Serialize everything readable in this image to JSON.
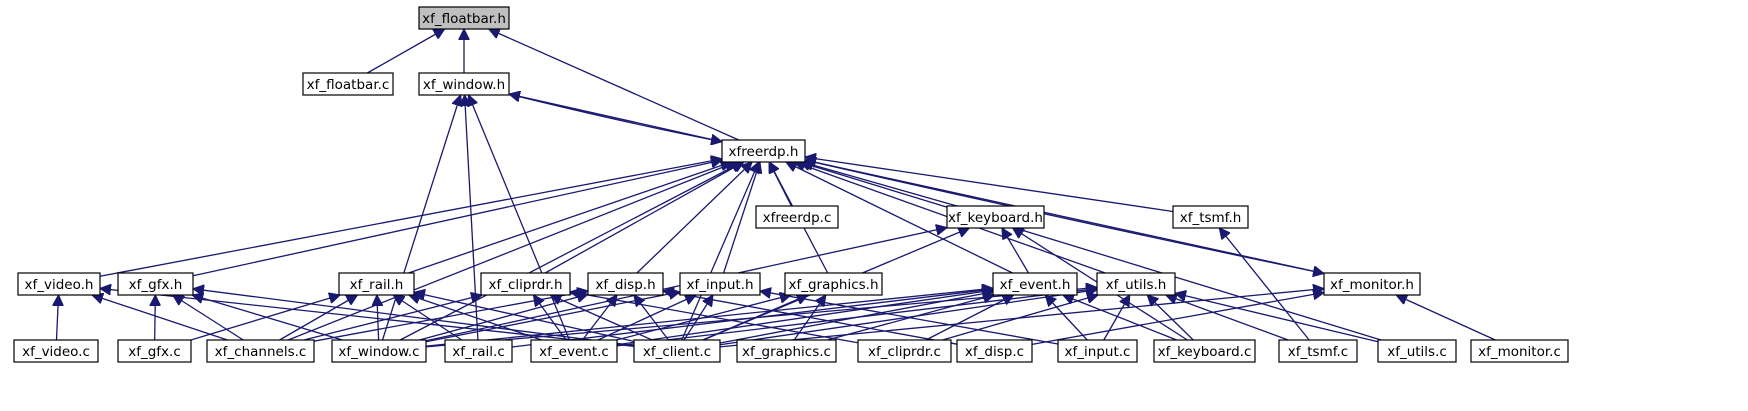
{
  "graph": {
    "title": "xf_floatbar.h",
    "root": "xf_floatbar_h",
    "edge_color": "#191970",
    "root_fill": "#bfbfbf",
    "node_fill": "#ffffff",
    "nodes": [
      {
        "id": "xf_floatbar_h",
        "label": "xf_floatbar.h"
      },
      {
        "id": "xf_floatbar_c",
        "label": "xf_floatbar.c"
      },
      {
        "id": "xf_window_h",
        "label": "xf_window.h"
      },
      {
        "id": "xfreerdp_h",
        "label": "xfreerdp.h"
      },
      {
        "id": "xfreerdp_c",
        "label": "xfreerdp.c"
      },
      {
        "id": "xf_keyboard_h",
        "label": "xf_keyboard.h"
      },
      {
        "id": "xf_tsmf_h",
        "label": "xf_tsmf.h"
      },
      {
        "id": "xf_video_h",
        "label": "xf_video.h"
      },
      {
        "id": "xf_gfx_h",
        "label": "xf_gfx.h"
      },
      {
        "id": "xf_rail_h",
        "label": "xf_rail.h"
      },
      {
        "id": "xf_cliprdr_h",
        "label": "xf_cliprdr.h"
      },
      {
        "id": "xf_disp_h",
        "label": "xf_disp.h"
      },
      {
        "id": "xf_input_h",
        "label": "xf_input.h"
      },
      {
        "id": "xf_graphics_h",
        "label": "xf_graphics.h"
      },
      {
        "id": "xf_event_h",
        "label": "xf_event.h"
      },
      {
        "id": "xf_utils_h",
        "label": "xf_utils.h"
      },
      {
        "id": "xf_monitor_h",
        "label": "xf_monitor.h"
      },
      {
        "id": "xf_video_c",
        "label": "xf_video.c"
      },
      {
        "id": "xf_gfx_c",
        "label": "xf_gfx.c"
      },
      {
        "id": "xf_channels_c",
        "label": "xf_channels.c"
      },
      {
        "id": "xf_window_c",
        "label": "xf_window.c"
      },
      {
        "id": "xf_rail_c",
        "label": "xf_rail.c"
      },
      {
        "id": "xf_event_c",
        "label": "xf_event.c"
      },
      {
        "id": "xf_client_c",
        "label": "xf_client.c"
      },
      {
        "id": "xf_graphics_c",
        "label": "xf_graphics.c"
      },
      {
        "id": "xf_cliprdr_c",
        "label": "xf_cliprdr.c"
      },
      {
        "id": "xf_disp_c",
        "label": "xf_disp.c"
      },
      {
        "id": "xf_input_c",
        "label": "xf_input.c"
      },
      {
        "id": "xf_keyboard_c",
        "label": "xf_keyboard.c"
      },
      {
        "id": "xf_tsmf_c",
        "label": "xf_tsmf.c"
      },
      {
        "id": "xf_utils_c",
        "label": "xf_utils.c"
      },
      {
        "id": "xf_monitor_c",
        "label": "xf_monitor.c"
      }
    ],
    "edges": [
      [
        "xf_floatbar_c",
        "xf_floatbar_h"
      ],
      [
        "xf_window_h",
        "xf_floatbar_h"
      ],
      [
        "xfreerdp_h",
        "xf_floatbar_h"
      ],
      [
        "xfreerdp_h",
        "xf_window_h"
      ],
      [
        "xf_window_h",
        "xfreerdp_h"
      ],
      [
        "xf_window_c",
        "xf_window_h"
      ],
      [
        "xf_rail_c",
        "xf_window_h"
      ],
      [
        "xf_event_c",
        "xf_window_h"
      ],
      [
        "xfreerdp_c",
        "xfreerdp_h"
      ],
      [
        "xf_keyboard_h",
        "xfreerdp_h"
      ],
      [
        "xf_tsmf_h",
        "xfreerdp_h"
      ],
      [
        "xf_video_h",
        "xfreerdp_h"
      ],
      [
        "xf_gfx_h",
        "xfreerdp_h"
      ],
      [
        "xf_rail_h",
        "xfreerdp_h"
      ],
      [
        "xf_cliprdr_h",
        "xfreerdp_h"
      ],
      [
        "xf_disp_h",
        "xfreerdp_h"
      ],
      [
        "xf_input_h",
        "xfreerdp_h"
      ],
      [
        "xf_graphics_h",
        "xfreerdp_h"
      ],
      [
        "xf_event_h",
        "xfreerdp_h"
      ],
      [
        "xf_utils_h",
        "xfreerdp_h"
      ],
      [
        "xf_monitor_h",
        "xfreerdp_h"
      ],
      [
        "xfreerdp_h",
        "xf_monitor_h"
      ],
      [
        "xf_channels_c",
        "xfreerdp_h"
      ],
      [
        "xf_window_c",
        "xfreerdp_h"
      ],
      [
        "xf_client_c",
        "xfreerdp_h"
      ],
      [
        "xf_utils_c",
        "xfreerdp_h"
      ],
      [
        "xf_event_h",
        "xf_keyboard_h"
      ],
      [
        "xf_client_c",
        "xf_keyboard_h"
      ],
      [
        "xf_keyboard_c",
        "xf_keyboard_h"
      ],
      [
        "xf_window_c",
        "xf_keyboard_h"
      ],
      [
        "xf_tsmf_c",
        "xf_tsmf_h"
      ],
      [
        "xf_video_c",
        "xf_video_h"
      ],
      [
        "xf_channels_c",
        "xf_video_h"
      ],
      [
        "xf_client_c",
        "xf_video_h"
      ],
      [
        "xf_gfx_c",
        "xf_gfx_h"
      ],
      [
        "xf_channels_c",
        "xf_gfx_h"
      ],
      [
        "xf_window_c",
        "xf_gfx_h"
      ],
      [
        "xf_client_c",
        "xf_gfx_h"
      ],
      [
        "xf_gfx_c",
        "xf_rail_h"
      ],
      [
        "xf_channels_c",
        "xf_rail_h"
      ],
      [
        "xf_window_c",
        "xf_rail_h"
      ],
      [
        "xf_rail_c",
        "xf_rail_h"
      ],
      [
        "xf_event_c",
        "xf_rail_h"
      ],
      [
        "xf_client_c",
        "xf_rail_h"
      ],
      [
        "xf_channels_c",
        "xf_cliprdr_h"
      ],
      [
        "xf_event_c",
        "xf_cliprdr_h"
      ],
      [
        "xf_client_c",
        "xf_cliprdr_h"
      ],
      [
        "xf_cliprdr_c",
        "xf_cliprdr_h"
      ],
      [
        "xf_channels_c",
        "xf_disp_h"
      ],
      [
        "xf_window_c",
        "xf_disp_h"
      ],
      [
        "xf_event_c",
        "xf_disp_h"
      ],
      [
        "xf_client_c",
        "xf_disp_h"
      ],
      [
        "xf_disp_c",
        "xf_disp_h"
      ],
      [
        "xf_window_c",
        "xf_input_h"
      ],
      [
        "xf_event_c",
        "xf_input_h"
      ],
      [
        "xf_client_c",
        "xf_input_h"
      ],
      [
        "xf_input_c",
        "xf_input_h"
      ],
      [
        "xf_event_c",
        "xf_graphics_h"
      ],
      [
        "xf_client_c",
        "xf_graphics_h"
      ],
      [
        "xf_graphics_c",
        "xf_graphics_h"
      ],
      [
        "xf_window_c",
        "xf_event_h"
      ],
      [
        "xf_event_c",
        "xf_event_h"
      ],
      [
        "xf_client_c",
        "xf_event_h"
      ],
      [
        "xf_graphics_c",
        "xf_event_h"
      ],
      [
        "xf_cliprdr_c",
        "xf_event_h"
      ],
      [
        "xf_input_c",
        "xf_event_h"
      ],
      [
        "xf_keyboard_c",
        "xf_event_h"
      ],
      [
        "xf_rail_c",
        "xf_event_h"
      ],
      [
        "xf_event_c",
        "xf_utils_h"
      ],
      [
        "xf_client_c",
        "xf_utils_h"
      ],
      [
        "xf_cliprdr_c",
        "xf_utils_h"
      ],
      [
        "xf_input_c",
        "xf_utils_h"
      ],
      [
        "xf_keyboard_c",
        "xf_utils_h"
      ],
      [
        "xf_tsmf_c",
        "xf_utils_h"
      ],
      [
        "xf_utils_c",
        "xf_utils_h"
      ],
      [
        "xf_window_c",
        "xf_utils_h"
      ],
      [
        "xf_client_c",
        "xf_monitor_h"
      ],
      [
        "xf_disp_c",
        "xf_monitor_h"
      ],
      [
        "xf_monitor_c",
        "xf_monitor_h"
      ]
    ]
  }
}
